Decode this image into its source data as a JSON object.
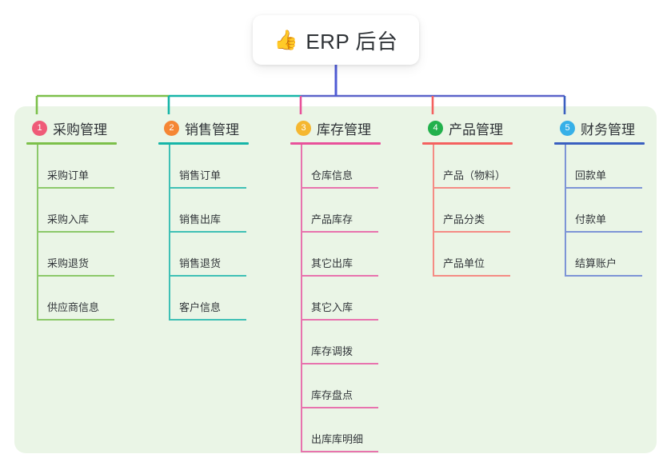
{
  "root": {
    "icon": "thumbs-up-icon",
    "emoji": "👍",
    "title": "ERP 后台"
  },
  "palette": {
    "panel_bg": "#eaf5e6",
    "page_bg": "#ffffff",
    "root_stem": "#4f5bd5",
    "bus_left_green": "#7cc04a",
    "bus_teal": "#16b5a8",
    "bus_indigo": "#5b63c9",
    "text": "#2f3337"
  },
  "columns": [
    {
      "index": "1",
      "title": "采购管理",
      "badge_color": "#ef5b78",
      "rule_color": "#7cc04a",
      "line_color": "#8cc96a",
      "drop_color": "#7cc04a",
      "leaves": [
        "采购订单",
        "采购入库",
        "采购退货",
        "供应商信息"
      ]
    },
    {
      "index": "2",
      "title": "销售管理",
      "badge_color": "#f58634",
      "rule_color": "#16b5a8",
      "line_color": "#3fc0b5",
      "drop_color": "#16b5a8",
      "leaves": [
        "销售订单",
        "销售出库",
        "销售退货",
        "客户信息"
      ]
    },
    {
      "index": "3",
      "title": "库存管理",
      "badge_color": "#f5b731",
      "rule_color": "#e8519a",
      "line_color": "#e873ae",
      "drop_color": "#e8519a",
      "leaves": [
        "仓库信息",
        "产品库存",
        "其它出库",
        "其它入库",
        "库存调拨",
        "库存盘点",
        "出库库明细"
      ]
    },
    {
      "index": "4",
      "title": "产品管理",
      "badge_color": "#22b14c",
      "rule_color": "#f4615f",
      "line_color": "#f58b84",
      "drop_color": "#f4615f",
      "leaves": [
        "产品（物料）",
        "产品分类",
        "产品单位"
      ]
    },
    {
      "index": "5",
      "title": "财务管理",
      "badge_color": "#36b0e8",
      "rule_color": "#3a5fc0",
      "line_color": "#7d94d6",
      "drop_color": "#3a5fc0",
      "leaves": [
        "回款单",
        "付款单",
        "结算账户"
      ]
    }
  ]
}
